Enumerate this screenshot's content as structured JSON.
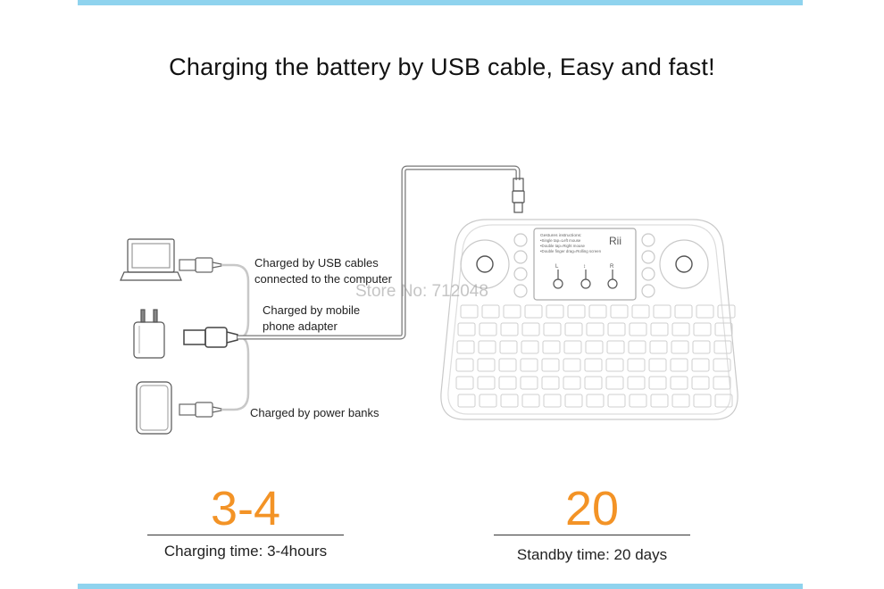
{
  "headline": "Charging the battery by USB cable, Easy and fast!",
  "sources": [
    {
      "icon": "laptop-icon",
      "label_line1": "Charged by USB cables",
      "label_line2": "connected to the computer"
    },
    {
      "icon": "wall-adapter-icon",
      "label_line1": "Charged by mobile",
      "label_line2": "phone adapter"
    },
    {
      "icon": "power-bank-icon",
      "label_line1": "Charged by power banks",
      "label_line2": ""
    }
  ],
  "keyboard": {
    "brand": "Rii",
    "instructions_title": "Gestures instructions:",
    "instructions": [
      "•Single tap=Left mouse",
      "•Double tap=Right mouse",
      "•Double finger drag=Rolling screen"
    ],
    "touch_keys": [
      "L",
      "↕",
      "R"
    ]
  },
  "watermark": "Store No: 712048",
  "stats": [
    {
      "number": "3-4",
      "caption": "Charging time: 3-4hours"
    },
    {
      "number": "20",
      "caption": "Standby time: 20 days"
    }
  ],
  "colors": {
    "accent_bar": "#8fd3ee",
    "number_orange": "#f39326"
  }
}
